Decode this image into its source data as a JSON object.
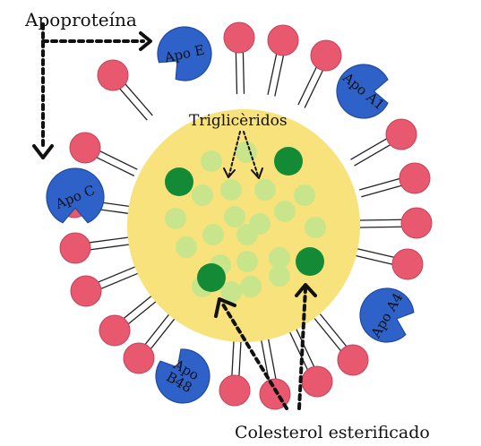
{
  "labels": {
    "apoprotein": "Apoproteína",
    "triglycerides": "Triglicèridos",
    "cholesterol": "Colesterol esterificado"
  },
  "apoproteins": [
    {
      "id": "apo-e",
      "lines": [
        "Apo E"
      ]
    },
    {
      "id": "apo-a1",
      "lines": [
        "Apo A1"
      ]
    },
    {
      "id": "apo-c",
      "lines": [
        "Apo C"
      ]
    },
    {
      "id": "apo-a4",
      "lines": [
        "Apo A4"
      ]
    },
    {
      "id": "apo-b48",
      "lines": [
        "Apo",
        "B48"
      ]
    }
  ],
  "colors": {
    "core": "#f8e27b",
    "triglyceride": "#c9e58c",
    "cholesterol": "#138a36",
    "phospholipid_head": "#e8596f",
    "phospholipid_head_stroke": "#c64159",
    "apoprotein": "#2e62c9",
    "apoprotein_stroke": "#1f4a9e",
    "tail": "#222222",
    "arrow": "#111111"
  }
}
